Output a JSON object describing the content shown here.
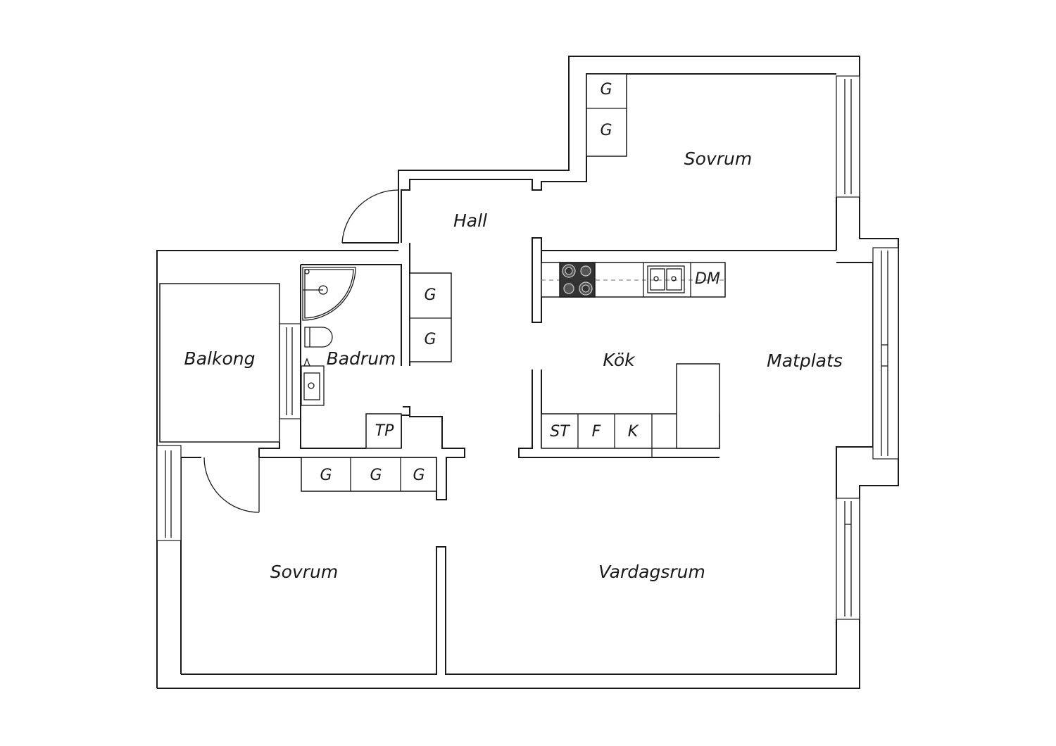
{
  "rooms": {
    "sovrum_top": "Sovrum",
    "hall": "Hall",
    "badrum": "Badrum",
    "balkong": "Balkong",
    "kok": "Kök",
    "matplats": "Matplats",
    "sovrum_bottom": "Sovrum",
    "vardagsrum": "Vardagsrum"
  },
  "fixtures": {
    "wardrobe": "G",
    "dishwasher": "DM",
    "drying_cabinet": "TP",
    "st": "ST",
    "f": "F",
    "k": "K"
  }
}
